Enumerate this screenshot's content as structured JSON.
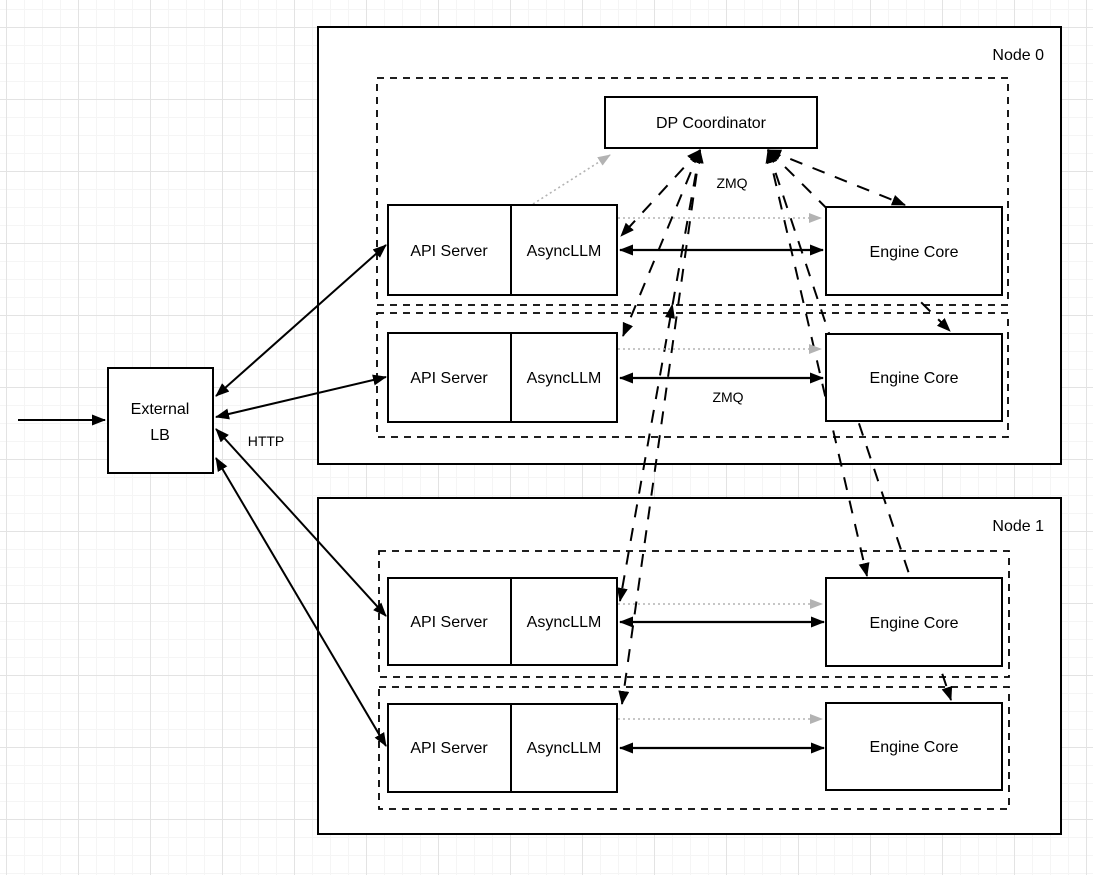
{
  "diagram": {
    "node0_label": "Node 0",
    "node1_label": "Node 1",
    "coordinator_label": "DP Coordinator",
    "external_lb": {
      "line1": "External",
      "line2": "LB"
    },
    "replicas": [
      {
        "api_server": "API Server",
        "async_llm": "AsyncLLM",
        "engine_core": "Engine Core"
      },
      {
        "api_server": "API Server",
        "async_llm": "AsyncLLM",
        "engine_core": "Engine Core"
      },
      {
        "api_server": "API Server",
        "async_llm": "AsyncLLM",
        "engine_core": "Engine Core"
      },
      {
        "api_server": "API Server",
        "async_llm": "AsyncLLM",
        "engine_core": "Engine Core"
      }
    ],
    "edge_labels": {
      "zmq_coordinator": "ZMQ",
      "zmq_ipc": "ZMQ",
      "http": "HTTP"
    },
    "colors": {
      "stroke": "#000000",
      "dotted_link": "#b3b3b3",
      "box_fill": "#ffffff",
      "grid_minor": "#f5f5f5",
      "grid_major": "#e3e3e3"
    }
  }
}
